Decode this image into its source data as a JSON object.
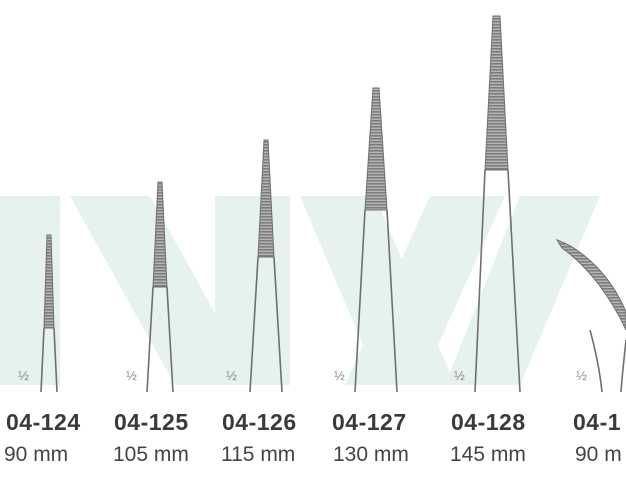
{
  "colors": {
    "watermark": "#e6f2ec",
    "instrument_outline": "#6f6f6f",
    "serration_dark": "#7d7d7d",
    "serration_light": "#b5b5b5",
    "code_text": "#3a3a3a",
    "size_text": "#444444"
  },
  "scale_marker": "½",
  "products": [
    {
      "code": "04-124",
      "size": "90 mm"
    },
    {
      "code": "04-125",
      "size": "105 mm"
    },
    {
      "code": "04-126",
      "size": "115 mm"
    },
    {
      "code": "04-127",
      "size": "130 mm"
    },
    {
      "code": "04-128",
      "size": "145 mm"
    },
    {
      "code": "04-1",
      "size": "90 m"
    }
  ]
}
